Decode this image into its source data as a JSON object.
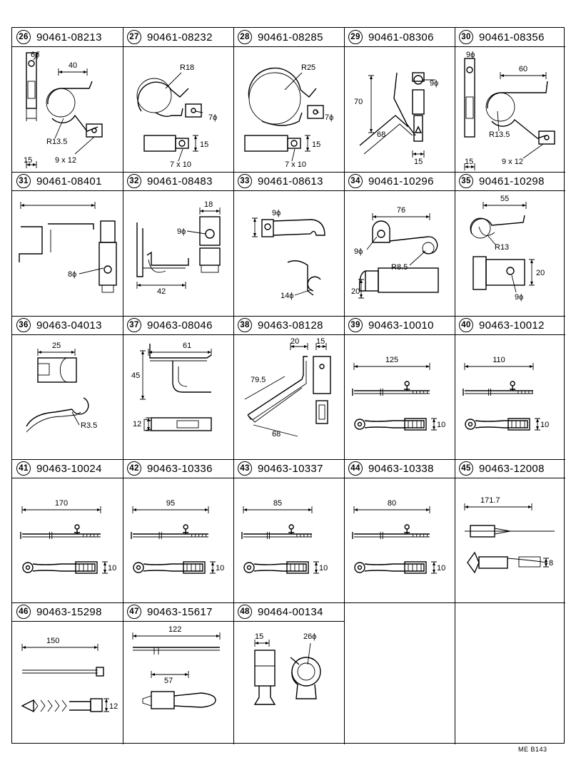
{
  "footer": "ME  B143",
  "parts": [
    {
      "no": "26",
      "part": "90461-08213",
      "dims": [
        "6ϕ",
        "40",
        "R13.5",
        "15",
        "9 x 12"
      ]
    },
    {
      "no": "27",
      "part": "90461-08232",
      "dims": [
        "R18",
        "7ϕ",
        "15",
        "7 x 10"
      ]
    },
    {
      "no": "28",
      "part": "90461-08285",
      "dims": [
        "R25",
        "7ϕ",
        "15",
        "7 x 10"
      ]
    },
    {
      "no": "29",
      "part": "90461-08306",
      "dims": [
        "9ϕ",
        "70",
        "68",
        "15"
      ]
    },
    {
      "no": "30",
      "part": "90461-08356",
      "dims": [
        "9ϕ",
        "60",
        "R13.5",
        "15",
        "9 x 12"
      ]
    },
    {
      "no": "31",
      "part": "90461-08401",
      "dims": [
        "8ϕ"
      ]
    },
    {
      "no": "32",
      "part": "90461-08483",
      "dims": [
        "18",
        "9ϕ",
        "42"
      ]
    },
    {
      "no": "33",
      "part": "90461-08613",
      "dims": [
        "9ϕ",
        "14ϕ"
      ]
    },
    {
      "no": "34",
      "part": "90461-10296",
      "dims": [
        "76",
        "9ϕ",
        "R8.5",
        "20"
      ]
    },
    {
      "no": "35",
      "part": "90461-10298",
      "dims": [
        "55",
        "R13",
        "20",
        "9ϕ"
      ]
    },
    {
      "no": "36",
      "part": "90463-04013",
      "dims": [
        "25",
        "R3.5"
      ]
    },
    {
      "no": "37",
      "part": "90463-08046",
      "dims": [
        "61",
        "45",
        "12"
      ]
    },
    {
      "no": "38",
      "part": "90463-08128",
      "dims": [
        "20",
        "15",
        "79.5",
        "68"
      ]
    },
    {
      "no": "39",
      "part": "90463-10010",
      "dims": [
        "125",
        "10"
      ]
    },
    {
      "no": "40",
      "part": "90463-10012",
      "dims": [
        "110",
        "10"
      ]
    },
    {
      "no": "41",
      "part": "90463-10024",
      "dims": [
        "170",
        "10"
      ]
    },
    {
      "no": "42",
      "part": "90463-10336",
      "dims": [
        "95",
        "10"
      ]
    },
    {
      "no": "43",
      "part": "90463-10337",
      "dims": [
        "85",
        "10"
      ]
    },
    {
      "no": "44",
      "part": "90463-10338",
      "dims": [
        "80",
        "10"
      ]
    },
    {
      "no": "45",
      "part": "90463-12008",
      "dims": [
        "171.7",
        "8"
      ]
    },
    {
      "no": "46",
      "part": "90463-15298",
      "dims": [
        "150",
        "12"
      ]
    },
    {
      "no": "47",
      "part": "90463-15617",
      "dims": [
        "122",
        "57"
      ]
    },
    {
      "no": "48",
      "part": "90464-00134",
      "dims": [
        "15",
        "26ϕ"
      ]
    }
  ]
}
